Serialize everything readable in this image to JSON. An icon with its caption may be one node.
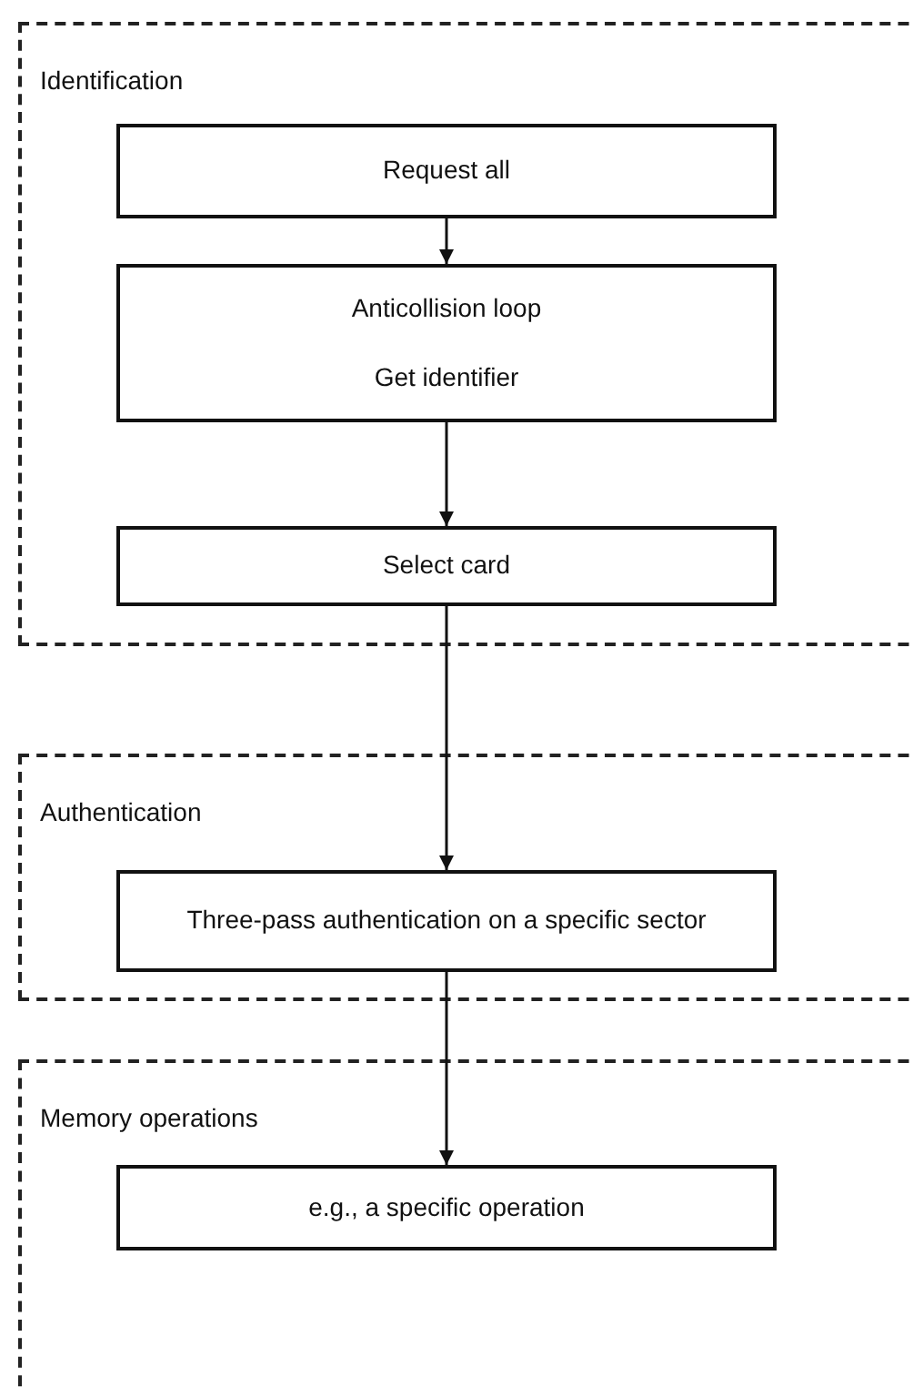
{
  "diagram": {
    "nodes": [
      {
        "text": [
          "Identification"
        ]
      },
      {
        "text": [
          "Request all"
        ],
        "in": 0
      },
      {
        "text": [
          "Anticollision loop",
          "Get identifier"
        ],
        "in": 0
      },
      {
        "text": [
          "Select card"
        ],
        "in": 0
      },
      {
        "text": [
          "Authentication"
        ]
      },
      {
        "text": [
          "Three-pass authentication on a specific sector"
        ],
        "in": 4
      },
      {
        "text": [
          "Memory operations"
        ]
      },
      {
        "text": [
          "e.g., a specific operation"
        ],
        "in": 6
      }
    ],
    "edges": [
      {
        "from": 1,
        "to": 2,
        "arrow": "to"
      },
      {
        "from": 2,
        "to": 3,
        "arrow": "to"
      },
      {
        "from": 3,
        "to": 5,
        "arrow": "to"
      },
      {
        "from": 5,
        "to": 7,
        "arrow": "to"
      }
    ]
  }
}
